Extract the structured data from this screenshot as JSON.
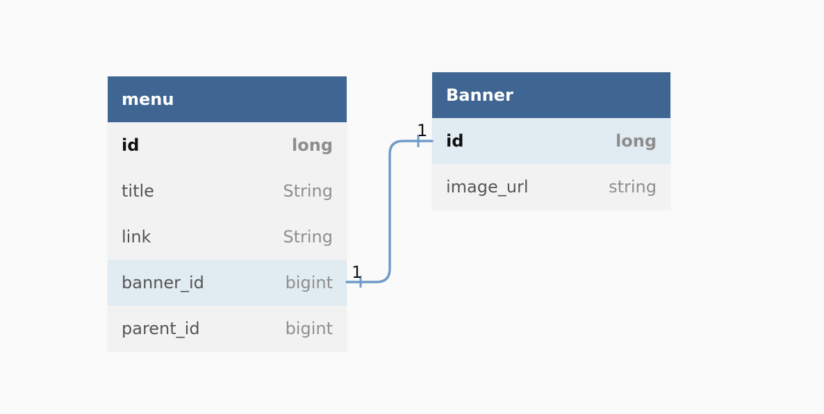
{
  "colors": {
    "header_bg": "#3f6692",
    "header_text": "#ffffff",
    "row_bg": "#f2f2f2",
    "row_highlight_bg": "#e1ebf2",
    "relation_line": "#6e9bc8",
    "canvas_bg": "#fafafa"
  },
  "tables": {
    "menu": {
      "title": "menu",
      "fields": [
        {
          "name": "id",
          "type": "long",
          "pk": true
        },
        {
          "name": "title",
          "type": "String"
        },
        {
          "name": "link",
          "type": "String"
        },
        {
          "name": "banner_id",
          "type": "bigint",
          "highlighted": true
        },
        {
          "name": "parent_id",
          "type": "bigint"
        }
      ]
    },
    "banner": {
      "title": "Banner",
      "fields": [
        {
          "name": "id",
          "type": "long",
          "pk": true,
          "highlighted": true
        },
        {
          "name": "image_url",
          "type": "string"
        }
      ]
    }
  },
  "relations": [
    {
      "from": "menu.banner_id",
      "to": "Banner.id",
      "from_cardinality": "1",
      "to_cardinality": "1"
    }
  ]
}
